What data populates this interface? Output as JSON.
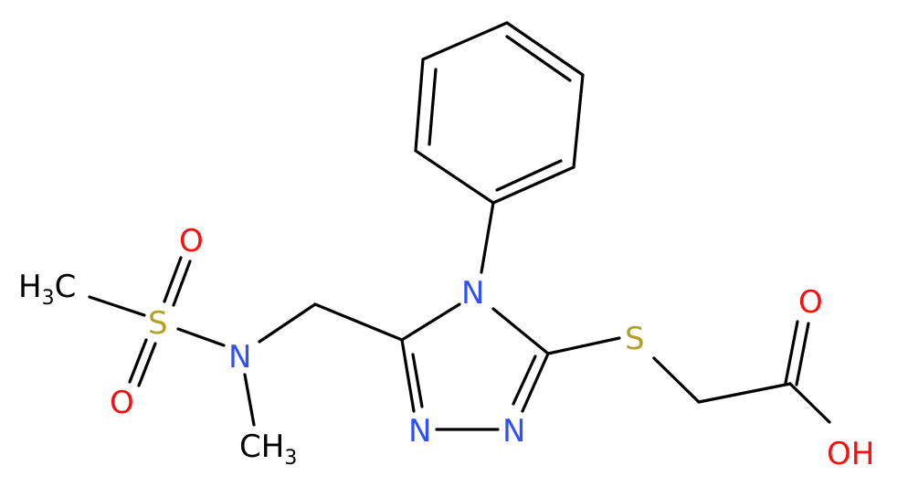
{
  "molecule": {
    "atoms": {
      "methyl_sulfonyl": {
        "text": "H",
        "sub": "3",
        "suffix": "C"
      },
      "sulfonyl_s": "S",
      "sulfonyl_o_top": "O",
      "sulfonyl_o_bottom": "O",
      "amine_n": "N",
      "n_methyl": {
        "text": "CH",
        "sub": "3"
      },
      "triazole_n4": "N",
      "triazole_n1": "N",
      "triazole_n2": "N",
      "thioether_s": "S",
      "carbonyl_o": "O",
      "hydroxyl": "OH"
    },
    "colors": {
      "N": "#3050F8",
      "O": "#FF0D0D",
      "S": "#B2A029",
      "C": "#000000"
    }
  }
}
